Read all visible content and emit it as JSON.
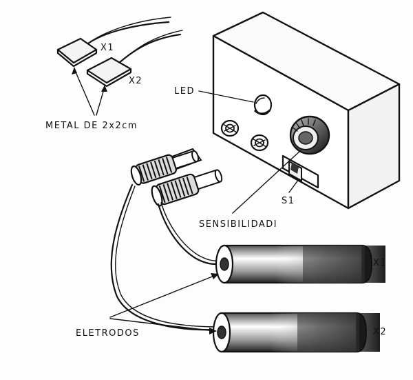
{
  "labels": {
    "plate_x1": "X1",
    "plate_x2": "X2",
    "metal": "METAL DE 2x2cm",
    "led": "LED",
    "s1": "S1",
    "sensibilidade": "SENSIBILIDADI",
    "electrode_x1": "X1",
    "electrode_x2": "X2",
    "eletrodos": "ELETRODOS"
  }
}
